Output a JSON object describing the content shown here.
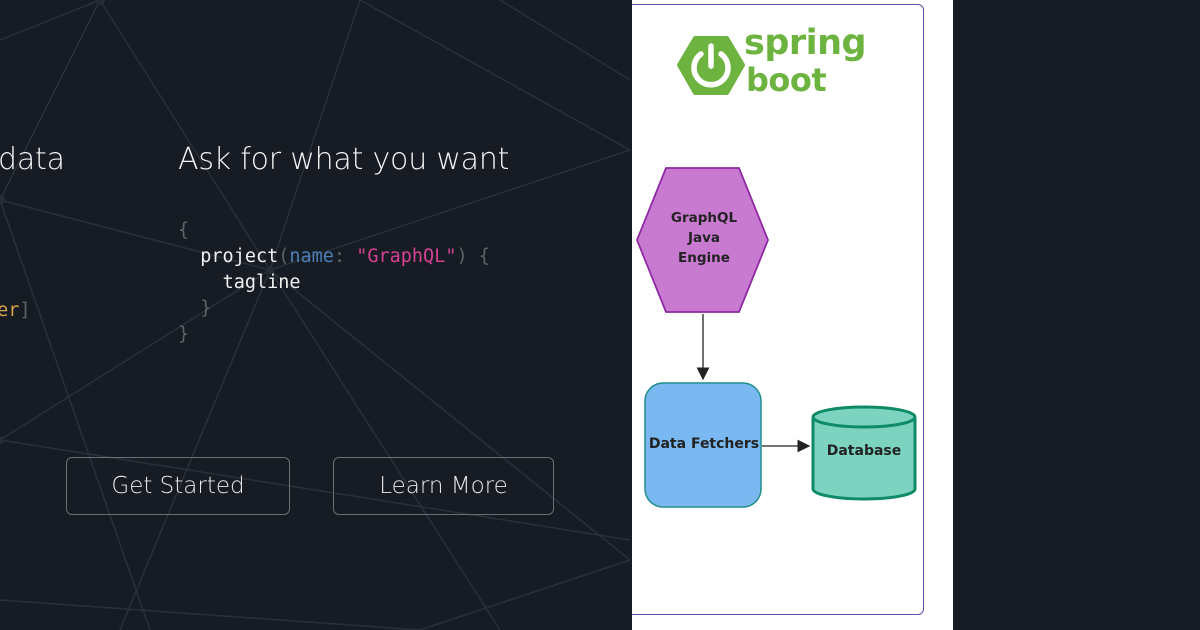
{
  "left_panel": {
    "heading_left": "data",
    "heading_right": "Ask for what you want",
    "code_left_fragment": "ser",
    "code_left_bracket": "]",
    "query": {
      "open_brace": "{",
      "field": "project",
      "paren_open": "(",
      "arg_name": "name",
      "colon": ":",
      "arg_value": "\"GraphQL\"",
      "paren_close": ")",
      "inner_open_brace": "{",
      "subfield": "tagline",
      "inner_close_brace": "}",
      "close_brace": "}"
    },
    "buttons": {
      "get_started": "Get Started",
      "learn_more": "Learn More"
    }
  },
  "diagram": {
    "logo": {
      "word1": "spring",
      "word2": "boot",
      "color": "#6db33f"
    },
    "nodes": {
      "engine": {
        "lines": [
          "GraphQL",
          "Java",
          "Engine"
        ],
        "fill": "#c879d0",
        "stroke": "#8f2aa3"
      },
      "fetchers": {
        "label": "Data Fetchers",
        "fill": "#79b8f0",
        "stroke": "#1f8f8a"
      },
      "database": {
        "label": "Database",
        "fill": "#7cd3c0",
        "stroke": "#0f8a66"
      }
    },
    "frame_color": "#5b4fa6"
  },
  "colors": {
    "background": "#171c24",
    "string": "#d64292",
    "argument": "#4c7fb8",
    "type": "#d6a44a"
  }
}
